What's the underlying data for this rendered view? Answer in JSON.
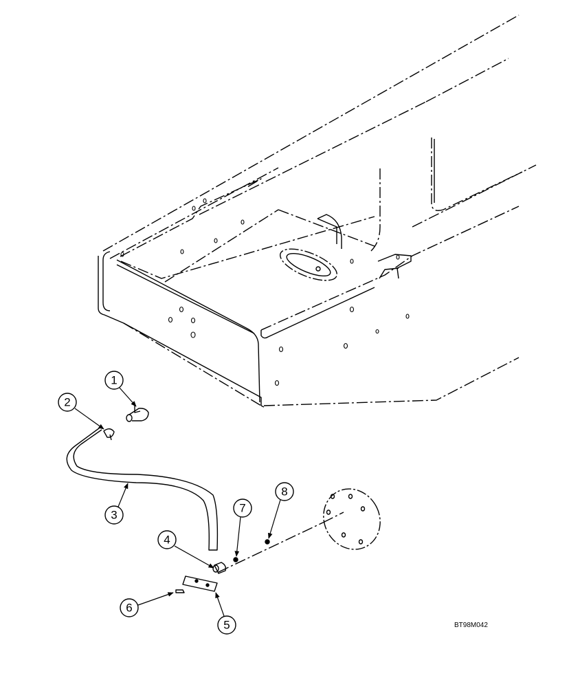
{
  "figure": {
    "code": "BT98M042"
  },
  "callouts": [
    {
      "number": "1"
    },
    {
      "number": "2"
    },
    {
      "number": "3"
    },
    {
      "number": "4"
    },
    {
      "number": "5"
    },
    {
      "number": "6"
    },
    {
      "number": "7"
    },
    {
      "number": "8"
    }
  ]
}
